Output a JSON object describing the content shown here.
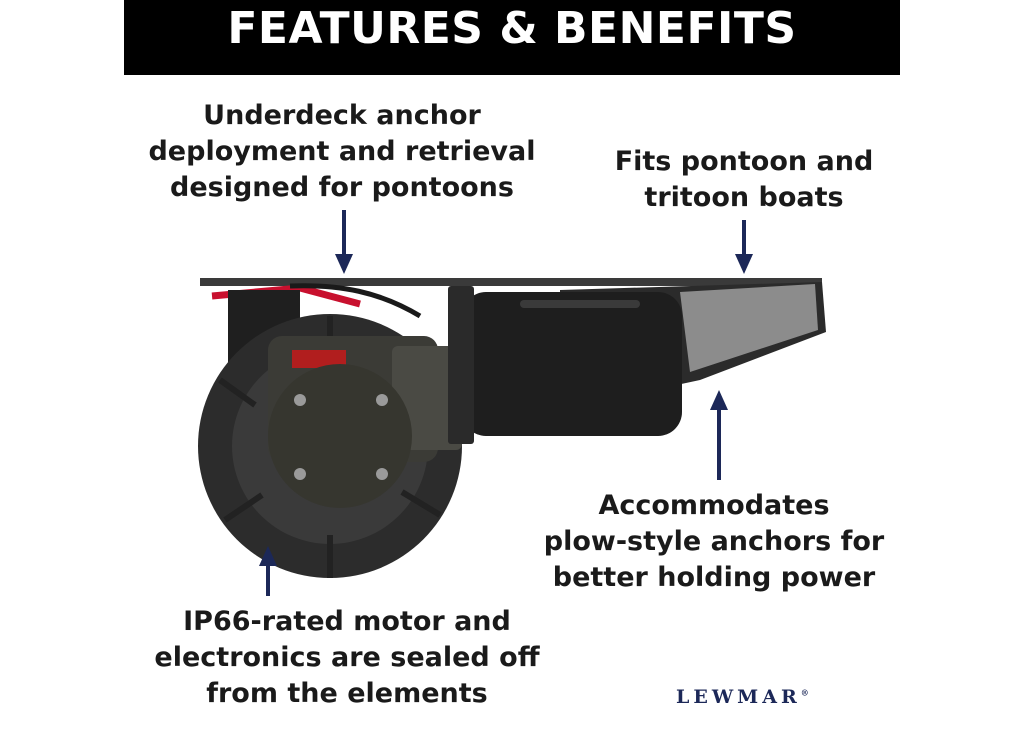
{
  "header": {
    "title": "FEATURES & BENEFITS"
  },
  "callouts": {
    "underdeck": [
      "Underdeck anchor",
      "deployment and retrieval",
      "designed for pontoons"
    ],
    "fits": [
      "Fits pontoon and",
      "tritoon boats"
    ],
    "plow": [
      "Accommodates",
      "plow-style anchors for",
      "better holding power"
    ],
    "motor": [
      "IP66-rated motor and",
      "electronics are sealed off",
      "from the elements"
    ]
  },
  "brand": {
    "logo_text": "LEWMAR",
    "mark": "®"
  },
  "colors": {
    "banner": "#000000",
    "arrow": "#1c2858",
    "text": "#1a1a1a",
    "brand": "#1c2858"
  },
  "icons": {
    "arrow_down": "arrow-down-icon",
    "arrow_up": "arrow-up-icon"
  }
}
